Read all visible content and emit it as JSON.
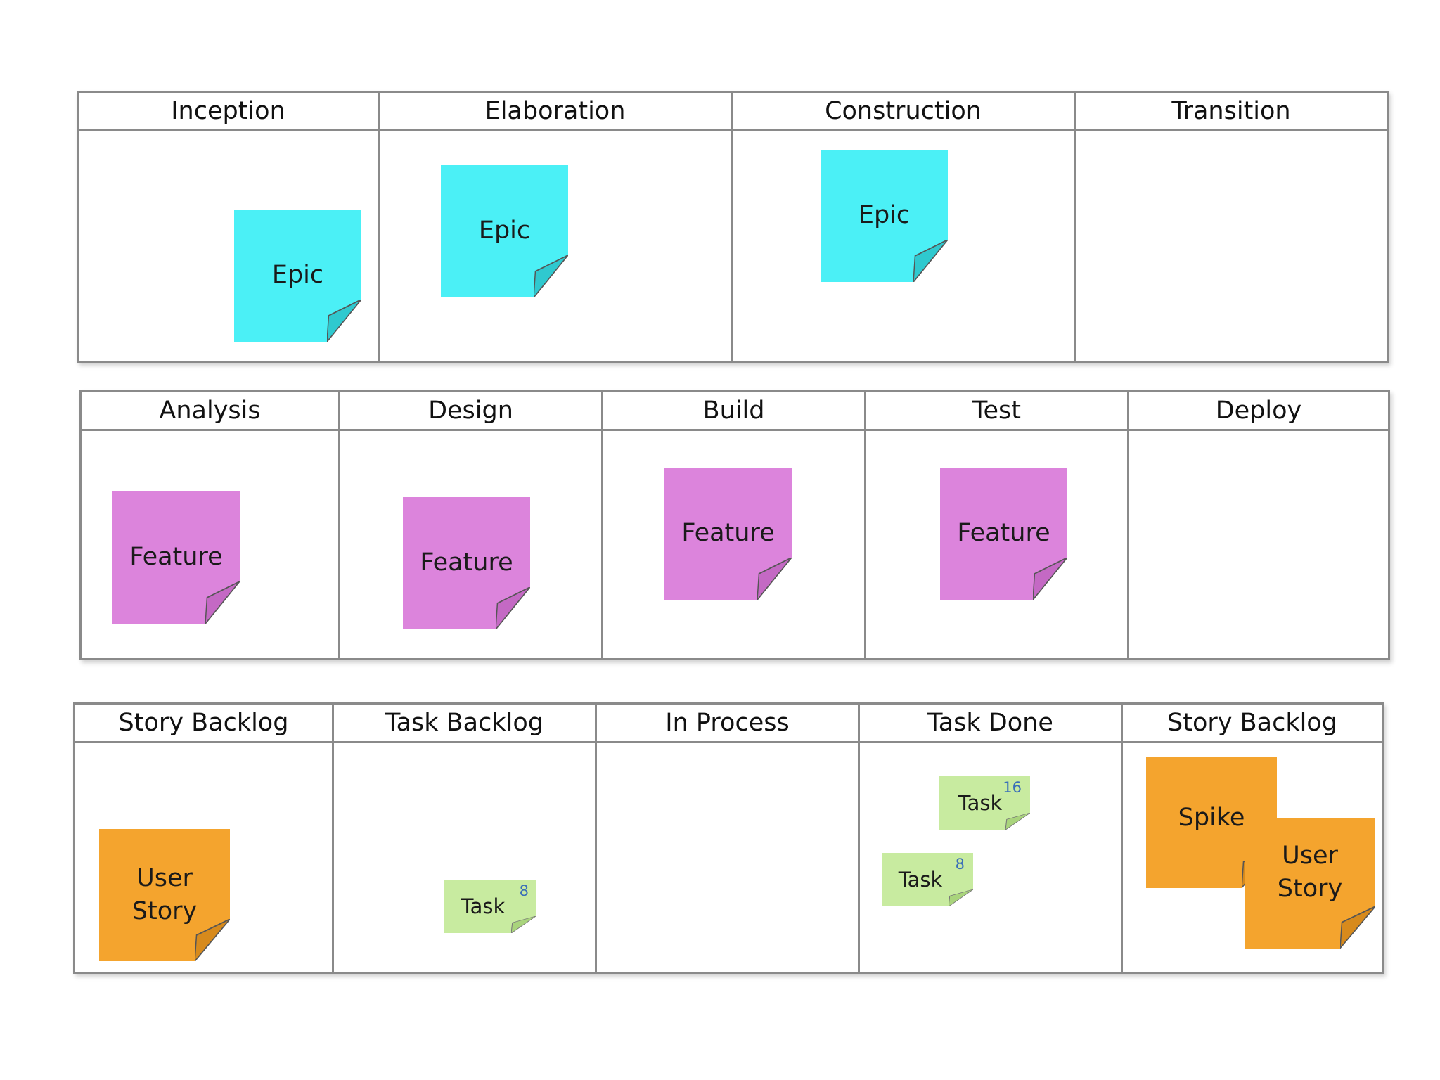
{
  "colors": {
    "epic": "#4bf0f6",
    "feature": "#dc84dc",
    "story": "#f4a42e",
    "task": "#c8eba0",
    "border": "#8a8a8a",
    "points": "#3a6fb8"
  },
  "boards": [
    {
      "columns": [
        "Inception",
        "Elaboration",
        "Construction",
        "Transition"
      ],
      "notes": [
        {
          "type": "epic",
          "label": "Epic",
          "column": "Inception"
        },
        {
          "type": "epic",
          "label": "Epic",
          "column": "Elaboration"
        },
        {
          "type": "epic",
          "label": "Epic",
          "column": "Construction"
        }
      ]
    },
    {
      "columns": [
        "Analysis",
        "Design",
        "Build",
        "Test",
        "Deploy"
      ],
      "notes": [
        {
          "type": "feature",
          "label": "Feature",
          "column": "Analysis"
        },
        {
          "type": "feature",
          "label": "Feature",
          "column": "Design"
        },
        {
          "type": "feature",
          "label": "Feature",
          "column": "Build"
        },
        {
          "type": "feature",
          "label": "Feature",
          "column": "Test"
        }
      ]
    },
    {
      "columns": [
        "Story Backlog",
        "Task Backlog",
        "In Process",
        "Task Done",
        "Story Backlog"
      ],
      "notes": [
        {
          "type": "story",
          "label_line1": "User",
          "label_line2": "Story",
          "column": "Story Backlog"
        },
        {
          "type": "task",
          "label": "Task",
          "points": "8",
          "column": "Task Backlog"
        },
        {
          "type": "task",
          "label": "Task",
          "points": "16",
          "column": "Task Done"
        },
        {
          "type": "task",
          "label": "Task",
          "points": "8",
          "column": "Task Done"
        },
        {
          "type": "story",
          "label": "Spike",
          "column": "Story Backlog"
        },
        {
          "type": "story",
          "label_line1": "User",
          "label_line2": "Story",
          "column": "Story Backlog"
        }
      ]
    }
  ]
}
